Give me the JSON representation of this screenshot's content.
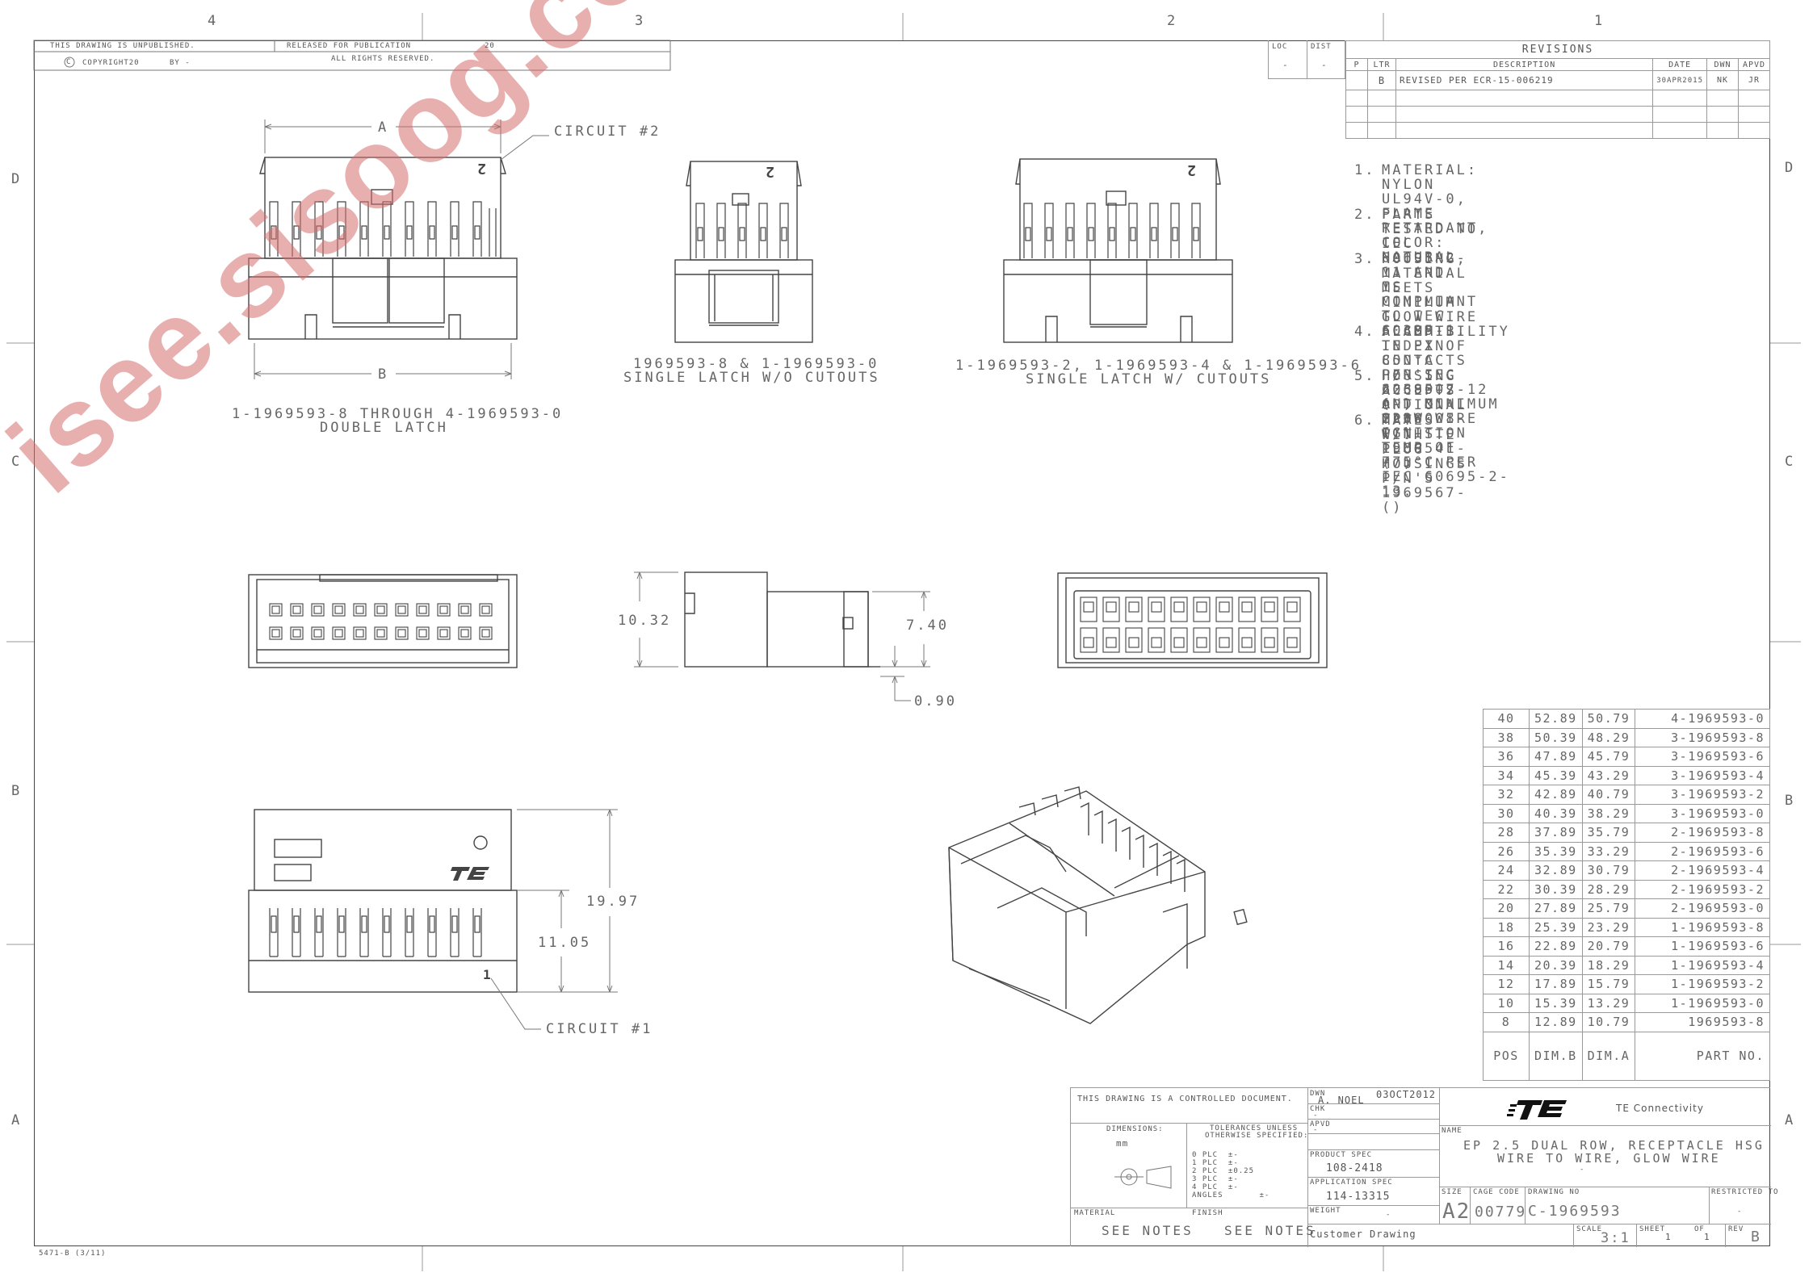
{
  "zones": {
    "columns": [
      "4",
      "3",
      "2",
      "1"
    ],
    "rows": [
      "D",
      "C",
      "B",
      "A"
    ]
  },
  "header": {
    "unpublished": "THIS DRAWING IS UNPUBLISHED.",
    "released": "RELEASED FOR PUBLICATION",
    "released_year": "20",
    "copyright": "COPYRIGHT20",
    "by": "BY -",
    "rights": "ALL RIGHTS RESERVED."
  },
  "loc_dist": {
    "loc_label": "LOC",
    "dist_label": "DIST",
    "loc_value": "-",
    "dist_value": "-"
  },
  "revisions": {
    "title": "REVISIONS",
    "headers": [
      "P",
      "LTR",
      "DESCRIPTION",
      "DATE",
      "DWN",
      "APVD"
    ],
    "rows": [
      {
        "ltr": "B",
        "description": "REVISED PER ECR-15-006219",
        "date": "30APR2015",
        "dwn": "NK",
        "apvd": "JR"
      }
    ]
  },
  "notes": [
    {
      "num": "1.",
      "lines": [
        "MATERIAL: NYLON UL94V-0, FLAME RETARDANT,",
        "COLOR: NATURAL"
      ]
    },
    {
      "num": "2.",
      "lines": [
        "PARTS TESTED TO IEC 60695-2-11 AND",
        "IS COMPLIANT TO IEC 60335-1."
      ]
    },
    {
      "num": "3.",
      "lines": [
        "HOUSING, MATERIAL MEETS MINIMUM",
        "GLOW WIRE FLAMMIBILITY INDEX OF 850°C",
        "PER IEC 60695-2-12 AND MINIMUM GLOW WIRE",
        "IGNITION TEMP OF 775°C PER IEC 60695-2-13."
      ]
    },
    {
      "num": "4.",
      "lines": [
        "ACCEPTS TE PIN CONTACTS",
        "P/N'S 2238007-( ) & 2238008-( )"
      ]
    },
    {
      "num": "5.",
      "lines": [
        "HOUSING ACCEPTS OPTIONAL TPA",
        "P/N'S 1969541-( )"
      ]
    },
    {
      "num": "6.",
      "lines": [
        "MATES WITH TE PLUG HOUSINGS",
        "P/N'S 1969567-()"
      ]
    }
  ],
  "views": {
    "circuit2": "CIRCUIT #2",
    "circuit1": "CIRCUIT #1",
    "dim_a": "A",
    "dim_b": "B",
    "view1_line1": "1-1969593-8 THROUGH 4-1969593-0",
    "view1_line2": "DOUBLE LATCH",
    "view2_line1": "1969593-8 & 1-1969593-0",
    "view2_line2": "SINGLE LATCH W/O CUTOUTS",
    "view3_line1": "1-1969593-2, 1-1969593-4 & 1-1969593-6",
    "view3_line2": "SINGLE LATCH W/ CUTOUTS",
    "dim_1032": "10.32",
    "dim_740": "7.40",
    "dim_090": "0.90",
    "dim_1997": "19.97",
    "dim_1105": "11.05",
    "pin_mark_2": "2",
    "pin_mark_1": "1"
  },
  "part_table": {
    "headers": [
      "POS",
      "DIM.B",
      "DIM.A",
      "PART NO."
    ],
    "rows": [
      [
        "40",
        "52.89",
        "50.79",
        "4-1969593-0"
      ],
      [
        "38",
        "50.39",
        "48.29",
        "3-1969593-8"
      ],
      [
        "36",
        "47.89",
        "45.79",
        "3-1969593-6"
      ],
      [
        "34",
        "45.39",
        "43.29",
        "3-1969593-4"
      ],
      [
        "32",
        "42.89",
        "40.79",
        "3-1969593-2"
      ],
      [
        "30",
        "40.39",
        "38.29",
        "3-1969593-0"
      ],
      [
        "28",
        "37.89",
        "35.79",
        "2-1969593-8"
      ],
      [
        "26",
        "35.39",
        "33.29",
        "2-1969593-6"
      ],
      [
        "24",
        "32.89",
        "30.79",
        "2-1969593-4"
      ],
      [
        "22",
        "30.39",
        "28.29",
        "2-1969593-2"
      ],
      [
        "20",
        "27.89",
        "25.79",
        "2-1969593-0"
      ],
      [
        "18",
        "25.39",
        "23.29",
        "1-1969593-8"
      ],
      [
        "16",
        "22.89",
        "20.79",
        "1-1969593-6"
      ],
      [
        "14",
        "20.39",
        "18.29",
        "1-1969593-4"
      ],
      [
        "12",
        "17.89",
        "15.79",
        "1-1969593-2"
      ],
      [
        "10",
        "15.39",
        "13.29",
        "1-1969593-0"
      ],
      [
        "8",
        "12.89",
        "10.79",
        "1969593-8"
      ]
    ]
  },
  "title_block": {
    "controlled": "THIS DRAWING IS A CONTROLLED DOCUMENT.",
    "dimensions_label": "DIMENSIONS:",
    "dimensions_value": "mm",
    "tolerances_line1": "TOLERANCES UNLESS",
    "tolerances_line2": "OTHERWISE SPECIFIED:",
    "tolerances": [
      "0 PLC  ±-",
      "1 PLC  ±-",
      "2 PLC  ±0.25",
      "3 PLC  ±-",
      "4 PLC  ±-",
      "ANGLES       ±-"
    ],
    "material_label": "MATERIAL",
    "material_value": "SEE NOTES",
    "finish_label": "FINISH",
    "finish_value": "SEE NOTES",
    "dwn_label": "DWN",
    "dwn_value": "A. NOEL",
    "dwn_date": "03OCT2012",
    "chk_label": "CHK",
    "chk_value": "-",
    "apvd_label": "APVD",
    "apvd_value": "-",
    "product_spec_label": "PRODUCT SPEC",
    "product_spec_value": "108-2418",
    "app_spec_label": "APPLICATION SPEC",
    "app_spec_value": "114-13315",
    "weight_label": "WEIGHT",
    "weight_value": "-",
    "customer": "Customer Drawing",
    "company": "TE Connectivity",
    "logo": "TE",
    "name_label": "NAME",
    "name_line1": "EP 2.5 DUAL ROW, RECEPTACLE HSG",
    "name_line2": "WIRE TO WIRE, GLOW WIRE",
    "name_line3": "-",
    "size_label": "SIZE",
    "size_value": "A2",
    "cage_label": "CAGE CODE",
    "cage_value": "00779",
    "drawing_no_label": "DRAWING NO",
    "drawing_no_value": "C-1969593",
    "restricted_label": "RESTRICTED TO",
    "restricted_value": "-",
    "scale_label": "SCALE",
    "scale_value": "3:1",
    "sheet_label": "SHEET",
    "sheet_value": "1",
    "of_label": "OF",
    "of_value": "1",
    "rev_label": "REV",
    "rev_value": "B"
  },
  "form_no": "5471-B (3/11)",
  "watermark": "isee.sisoog.com"
}
